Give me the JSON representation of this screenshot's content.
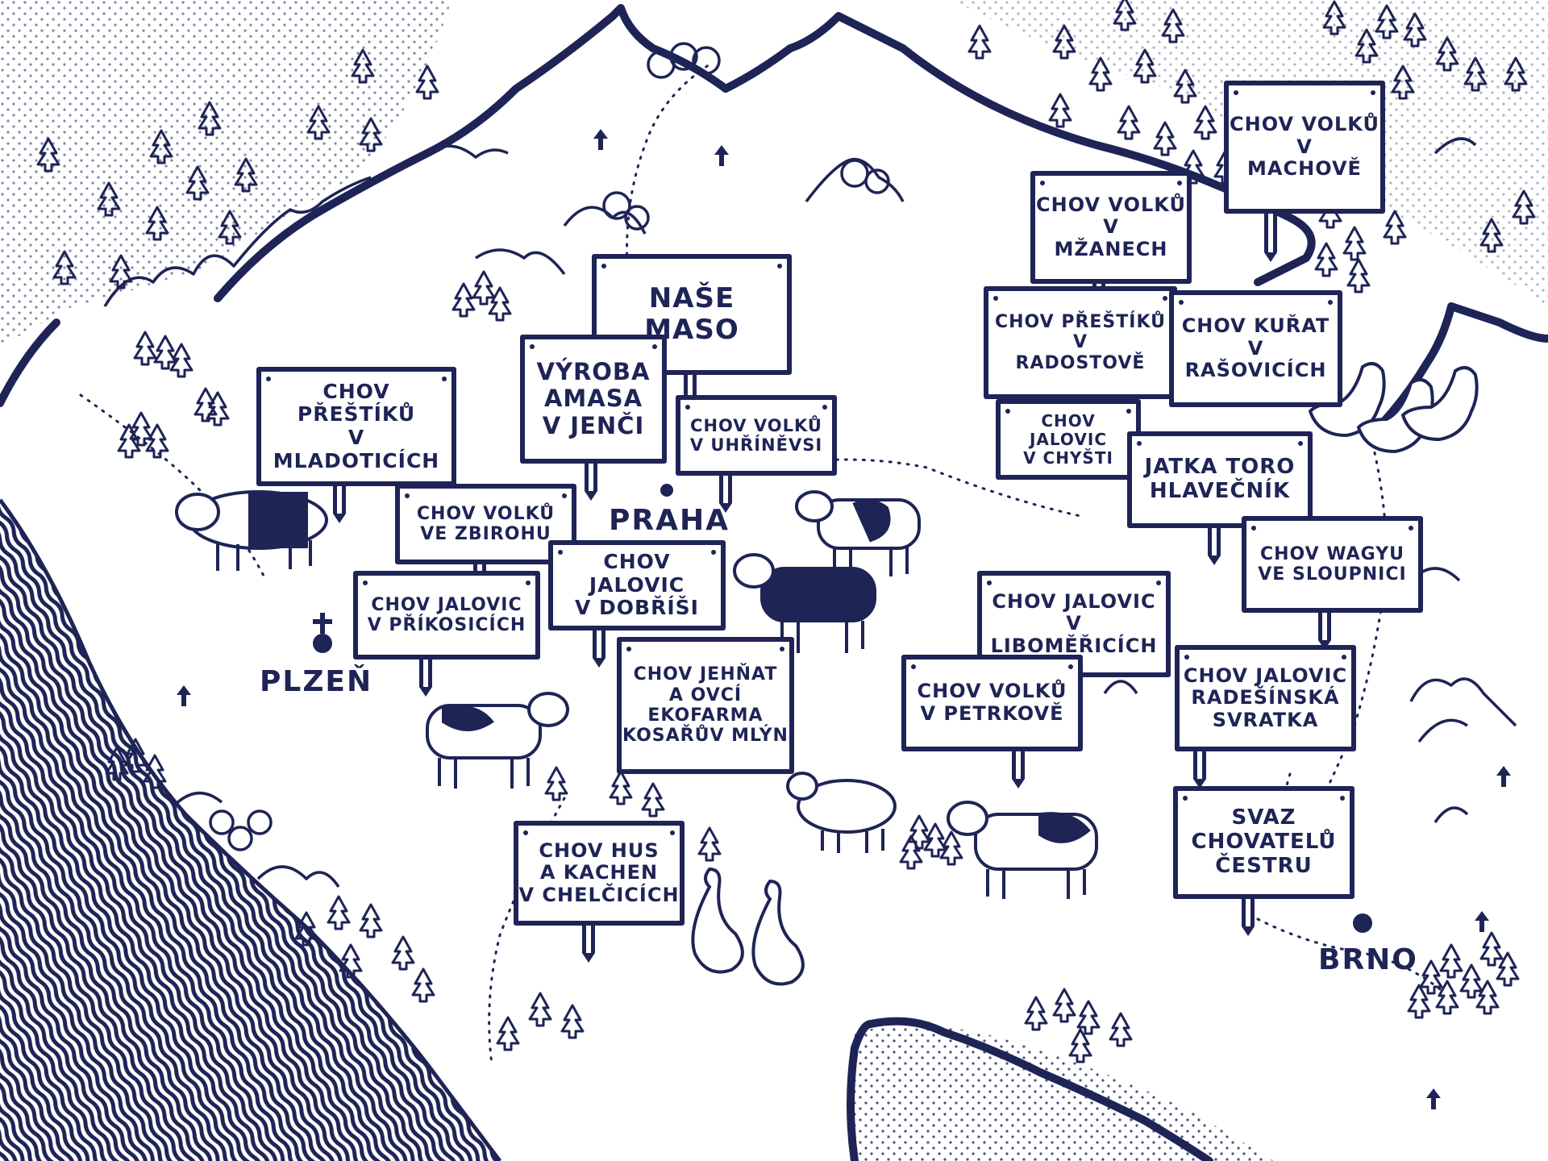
{
  "colors": {
    "ink": "#1e2456",
    "paper": "#ffffff"
  },
  "signs": [
    {
      "id": "nase-maso",
      "text": "NAŠE MASO"
    },
    {
      "id": "vyroba-amasa",
      "text": "VÝROBA\nAMASA\nV JENČI"
    },
    {
      "id": "chov-prestiku-mladotice",
      "text": "CHOV PŘEŠTÍKŮ\nV\nMLADOTICÍCH"
    },
    {
      "id": "chov-volku-uhrineves",
      "text": "CHOV VOLKŮ\nV UHŘÍNĚVSI"
    },
    {
      "id": "chov-volku-zbiroh",
      "text": "CHOV VOLKŮ\nVE ZBIROHU"
    },
    {
      "id": "chov-jalovic-dobris",
      "text": "CHOV JALOVIC\nV DOBŘÍŠI"
    },
    {
      "id": "chov-jalovic-prikosice",
      "text": "CHOV JALOVIC\nV PŘÍKOSICÍCH"
    },
    {
      "id": "chov-jehnat",
      "text": "CHOV JEHŇAT\nA OVCÍ\nEKOFARMA\nKOSAŘŮV MLÝN"
    },
    {
      "id": "chov-hus",
      "text": "CHOV HUS\nA KACHEN\nV CHELČICÍCH"
    },
    {
      "id": "chov-volku-machov",
      "text": "CHOV VOLKŮ\nV\nMACHOVĚ"
    },
    {
      "id": "chov-volku-mzany",
      "text": "CHOV VOLKŮ\nV\nMŽANECH"
    },
    {
      "id": "chov-prestiku-radostov",
      "text": "CHOV PŘEŠTÍKŮ\nV\nRADOSTOVĚ"
    },
    {
      "id": "chov-kurat",
      "text": "CHOV KUŘAT\nV\nRAŠOVICÍCH"
    },
    {
      "id": "chov-jalovic-chysti",
      "text": "CHOV JALOVIC\nV CHYŠTI"
    },
    {
      "id": "jatka-toro",
      "text": "JATKA TORO\nHLAVEČNÍK"
    },
    {
      "id": "chov-wagyu",
      "text": "CHOV WAGYU\nVE SLOUPNICI"
    },
    {
      "id": "chov-jalovic-libomerice",
      "text": "CHOV JALOVIC\nV\nLIBOMĚŘICÍCH"
    },
    {
      "id": "chov-volku-petrkov",
      "text": "CHOV VOLKŮ\nV PETRKOVĚ"
    },
    {
      "id": "chov-jalovic-radesinska",
      "text": "CHOV JALOVIC\nRADEŠÍNSKÁ\nSVRATKA"
    },
    {
      "id": "svaz-chovatelu",
      "text": "SVAZ\nCHOVATELŮ\nČESTRU"
    }
  ],
  "cities": [
    {
      "id": "praha",
      "name": "PRAHA"
    },
    {
      "id": "plzen",
      "name": "PLZEŇ"
    },
    {
      "id": "brno",
      "name": "BRNO"
    }
  ],
  "icons": [
    "tree-icon",
    "pig-icon",
    "cow-icon",
    "sheep-icon",
    "goose-icon",
    "hen-icon",
    "church-icon",
    "heart-icon",
    "mountain-icon"
  ]
}
